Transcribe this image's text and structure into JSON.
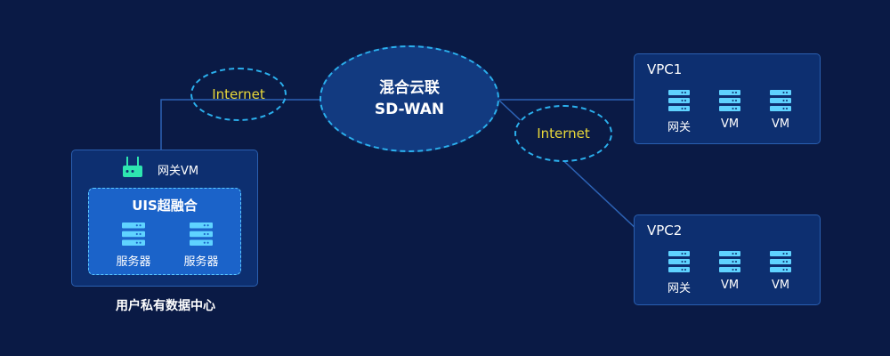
{
  "core": {
    "line1": "混合云联",
    "line2": "SD-WAN"
  },
  "internet_left": "Internet",
  "internet_right": "Internet",
  "datacenter": {
    "gateway_label": "网关VM",
    "uis_title": "UIS超融合",
    "servers": [
      "服务器",
      "服务器"
    ],
    "caption": "用户私有数据中心"
  },
  "vpc1": {
    "title": "VPC1",
    "nodes": [
      "网关",
      "VM",
      "VM"
    ]
  },
  "vpc2": {
    "title": "VPC2",
    "nodes": [
      "网关",
      "VM",
      "VM"
    ]
  },
  "colors": {
    "background": "#0a1a45",
    "accent": "#2bb0ee",
    "server_icon": "#5fd3ff",
    "gateway_icon": "#2ee6b0",
    "internet_text": "#e8d83a"
  }
}
